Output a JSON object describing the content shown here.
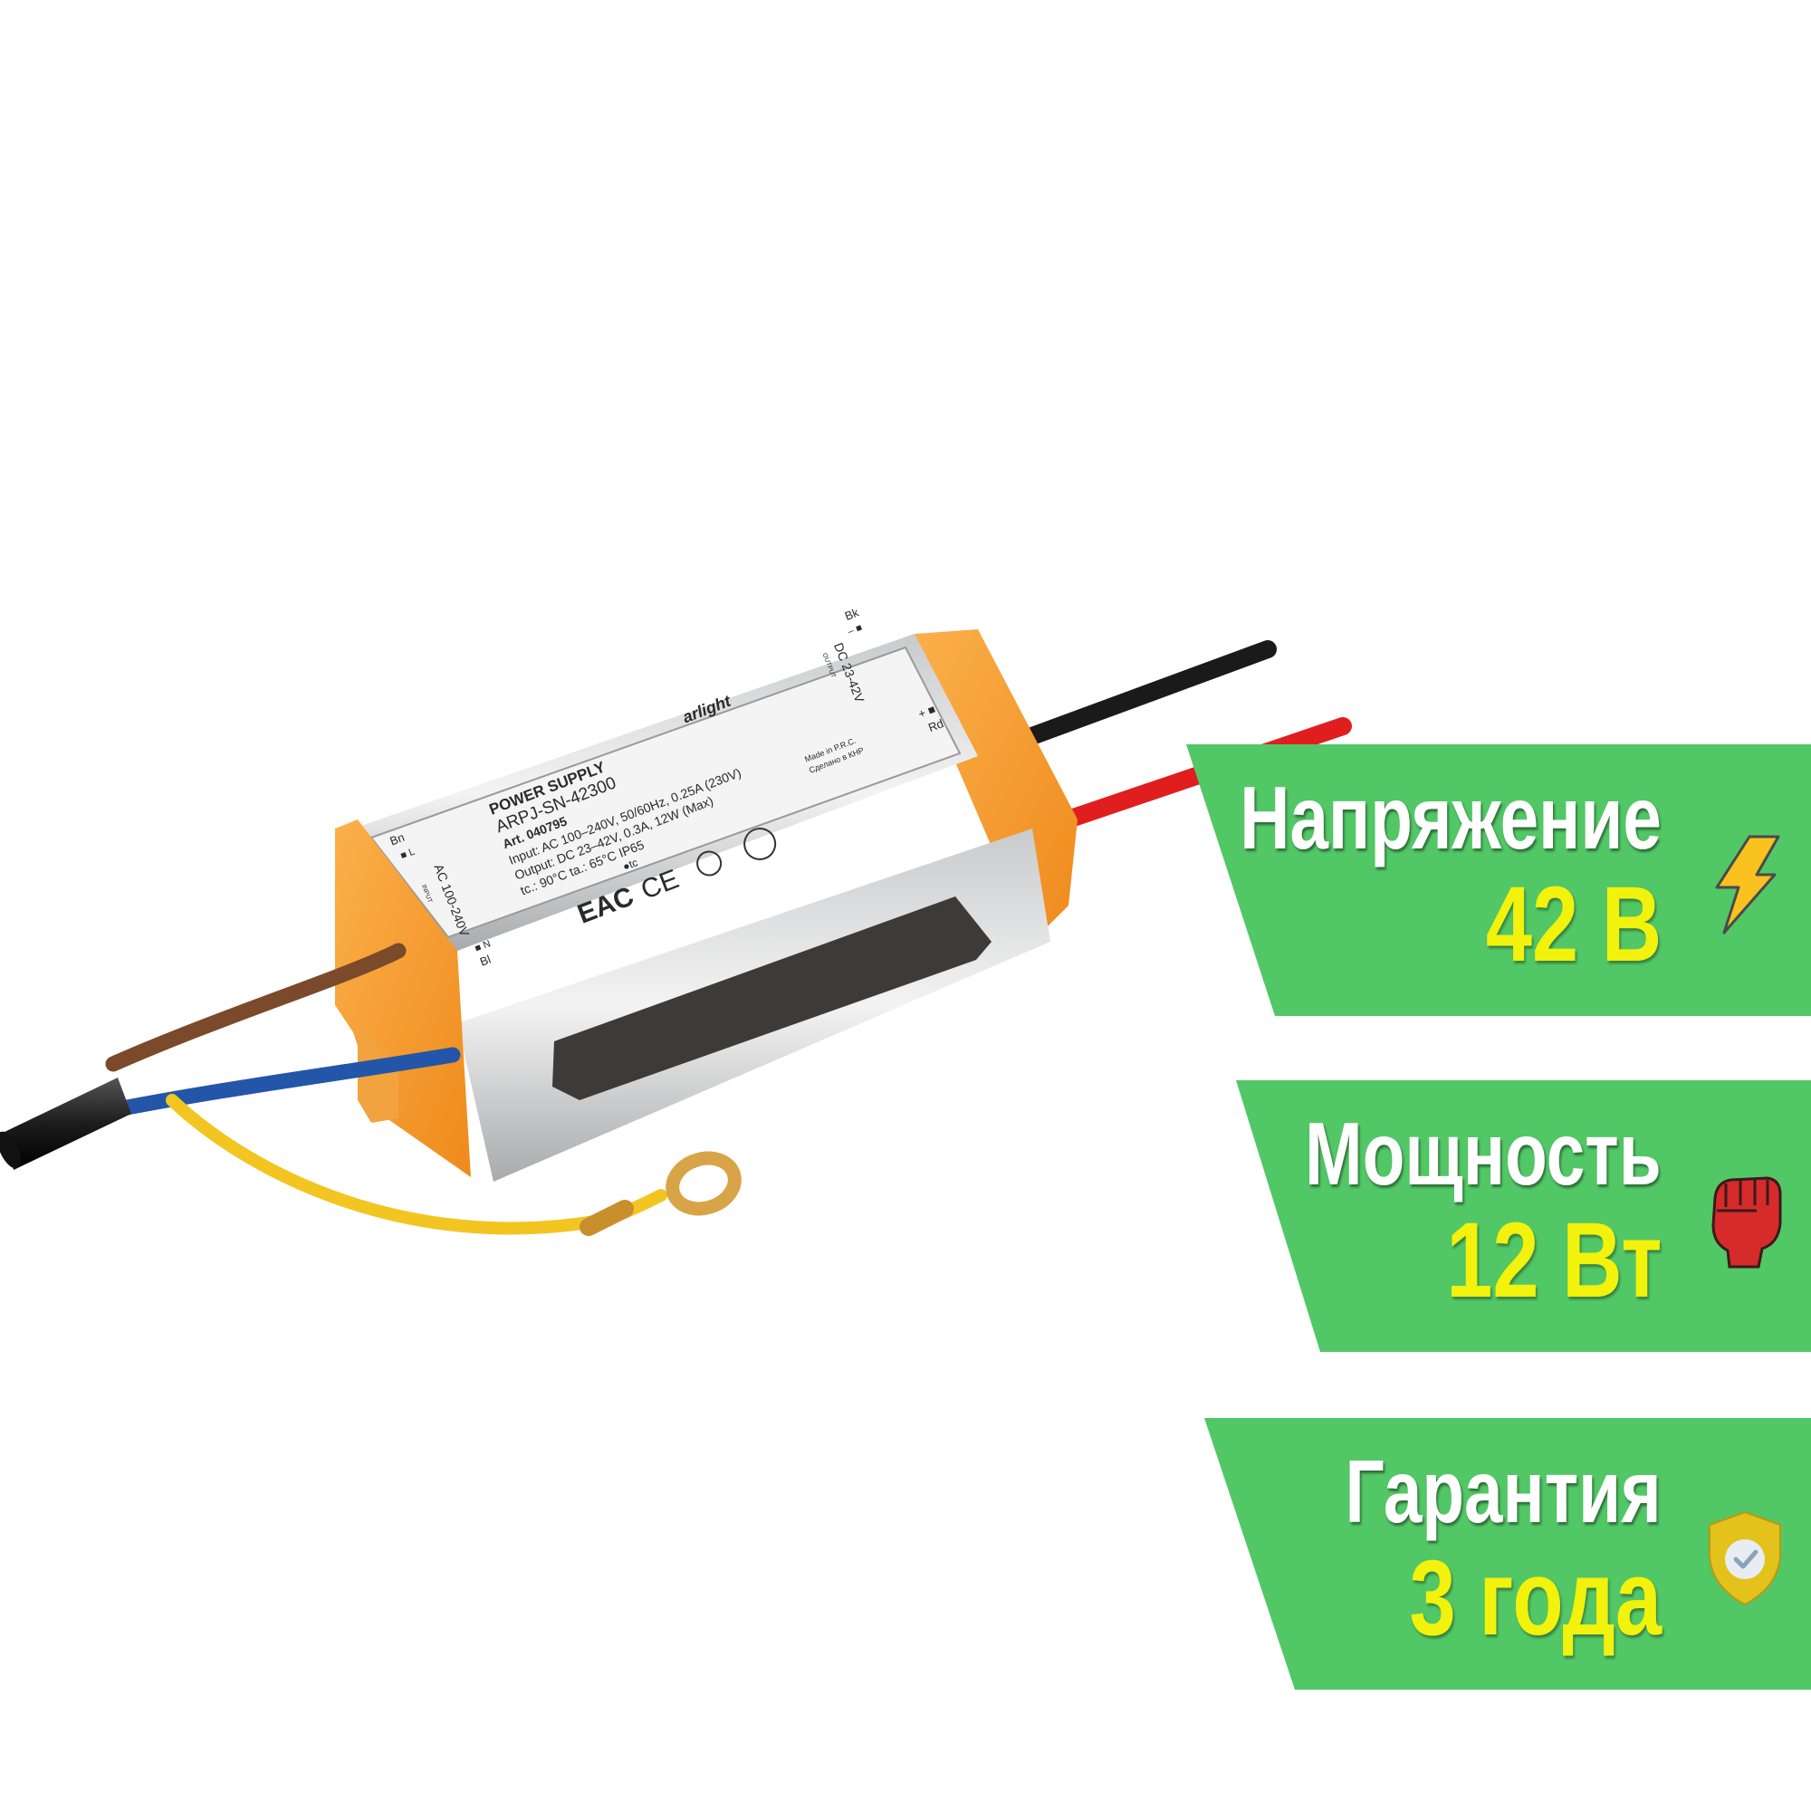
{
  "product": {
    "label_title": "POWER SUPPLY",
    "label_model": "ARPJ-SN-42300",
    "label_art": "Art. 040795",
    "label_input": "Input: AC 100–240V, 50/60Hz, 0.25A (230V)",
    "label_output": "Output: DC 23–42V, 0.3A, 12W (Max)",
    "label_temp": "tc.: 90°C   ta.: 65°C   IP65",
    "label_tc": "●tc",
    "brand": "arlight",
    "made_in": "Made in P.R.C.",
    "made_in_ru": "Сделано в КНР",
    "input_side": "AC 100-240V",
    "input_caption": "INPUT",
    "output_side": "DC 23-42V",
    "output_caption": "OUTPUT",
    "wire_bn": "Bn",
    "wire_l": "■ L",
    "wire_n": "■ N",
    "wire_bl": "Bl",
    "wire_bk": "Bk",
    "wire_minus": "– ■",
    "wire_plus": "+ ■",
    "wire_rd": "Rd",
    "cert_eac": "EAC",
    "cert_ce": "CE"
  },
  "badges": [
    {
      "label": "Напряжение",
      "value": "42 В",
      "icon": "lightning-icon"
    },
    {
      "label": "Мощность",
      "value": "12 Вт",
      "icon": "fist-icon"
    },
    {
      "label": "Гарантия",
      "value": "3 года",
      "icon": "shield-check-icon"
    }
  ],
  "colors": {
    "badge_green": "#52c766",
    "badge_label": "#ffffff",
    "badge_value": "#f2f20c",
    "housing_orange": "#f7a038",
    "housing_silver": "#d9dadb"
  }
}
